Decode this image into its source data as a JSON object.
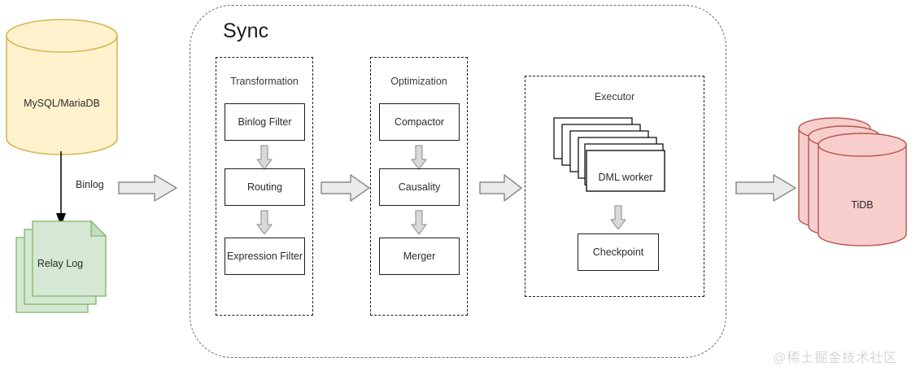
{
  "diagram": {
    "title": "Sync",
    "watermark": "@稀土掘金技术社区",
    "source": {
      "label": "MySQL/MariaDB",
      "shape": "cylinder",
      "fill": "#fff2cc",
      "stroke": "#d6b656"
    },
    "relay": {
      "label": "Relay Log",
      "shape": "stacked-note",
      "fill": "#d5e8d4",
      "stroke": "#82b366"
    },
    "target": {
      "label": "TiDB",
      "shape": "stacked-cylinder",
      "fill": "#f8cecc",
      "stroke": "#b85450"
    },
    "edges": {
      "binlog_label": "Binlog"
    },
    "groups": [
      {
        "name": "transformation",
        "title": "Transformation",
        "steps": [
          "Binlog Filter",
          "Routing",
          "Expression Filter"
        ]
      },
      {
        "name": "optimization",
        "title": "Optimization",
        "steps": [
          "Compactor",
          "Causality",
          "Merger"
        ]
      },
      {
        "name": "executor",
        "title": "Executor",
        "worker_label": "DML worker",
        "worker_stack_count": 6,
        "steps": [
          "Checkpoint"
        ]
      }
    ],
    "arrows": {
      "flow_right_count": 4,
      "flow_down_count": 5,
      "fill": "#ebebeb",
      "stroke": "#8c8c8c"
    }
  }
}
